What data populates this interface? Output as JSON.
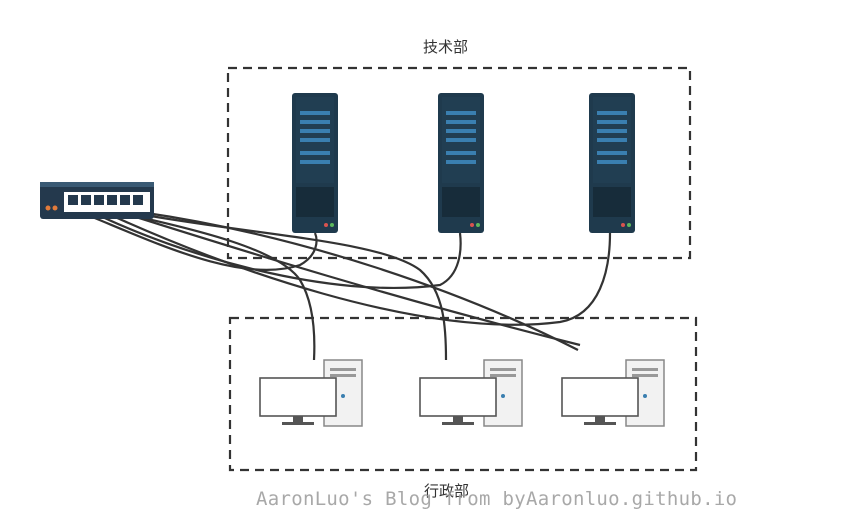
{
  "groups": {
    "tech": {
      "label": "技术部",
      "device": "server",
      "count": 3
    },
    "admin": {
      "label": "行政部",
      "device": "desktop-pc",
      "count": 3
    }
  },
  "switch": {
    "icon": "network-switch-icon",
    "ports": 6
  },
  "watermark": {
    "text": "AaronLuo's Blog from byAaronluo.github.io"
  },
  "colors": {
    "server": "#1f3a4d",
    "server_accent": "#3a7fb0",
    "cable": "#333333",
    "border": "#333333"
  }
}
